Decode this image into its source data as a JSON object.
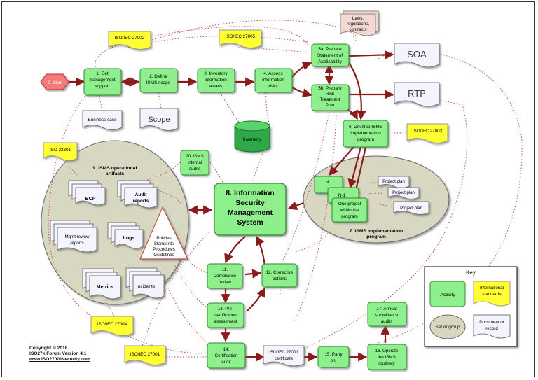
{
  "nodes": {
    "start": "0. Start",
    "get_support": [
      "1. Get",
      "management",
      "support"
    ],
    "define_scope": [
      "2. Define",
      "ISMS scope"
    ],
    "inventory_assets": [
      "3. Inventory",
      "information",
      "assets"
    ],
    "assess_risks": [
      "4. Assess",
      "information",
      "risks"
    ],
    "prepare_soa": [
      "5a. Prepare",
      "Statement of",
      "Applicability"
    ],
    "prepare_rtp": [
      "5b. Prepare",
      "Risk",
      "Treatment",
      "Plan"
    ],
    "develop_program": [
      "6. Develop ISMS",
      "implementation",
      "program"
    ],
    "isms_center": [
      "8. Information",
      "Security",
      "Management",
      "System"
    ],
    "internal_audits": [
      "10. ISMS",
      "internal",
      "audits"
    ],
    "compliance_review": [
      "11.",
      "Compliance",
      "review"
    ],
    "corrective_actions": [
      "12. Corrective",
      "actions"
    ],
    "precert_assessment": [
      "13. Pre-",
      "certification",
      "assessment"
    ],
    "cert_audit": [
      "14.",
      "Certification",
      "audit"
    ],
    "party_on": [
      "15. Party",
      "on!"
    ],
    "operate_routinely": [
      "16. Operate",
      "the ISMS",
      "routinely"
    ],
    "annual_audits": [
      "17. Annual",
      "surveillance",
      "audits"
    ]
  },
  "standards": {
    "iso27002": "ISO/IEC 27002",
    "iso27005": "ISO/IEC 27005",
    "iso27003": "ISO/IEC 27003",
    "iso22301": "ISO 22301",
    "iso27004": "ISO/IEC 27004",
    "iso27001": "ISO/IEC 27001"
  },
  "laws": [
    "Laws,",
    "regulations,",
    "contracts"
  ],
  "docs": {
    "soa": "SOA",
    "rtp": "RTP",
    "business_case": "Business case",
    "scope": "Scope",
    "inventory": "Inventory",
    "bcp": "BCP",
    "audit_reports": [
      "Audit",
      "reports"
    ],
    "mgmt_review": [
      "Mgmt review",
      "reports"
    ],
    "logs": "Logs",
    "metrics": "Metrics",
    "incidents": "Incidents",
    "policies": [
      "Policies",
      "Standards",
      "Procedures",
      "Guidelines"
    ],
    "certificate": [
      "ISO/IEC 27001",
      "certificate"
    ],
    "project_plan": "Project plan"
  },
  "groups": {
    "operational_artifacts": [
      "9. ISMS operational",
      "artifacts"
    ],
    "implementation_program": [
      "7. ISMS implementation",
      "program"
    ],
    "n": "N",
    "n_minus_1": "N-1",
    "one_project": [
      "One project",
      "within the",
      "program"
    ]
  },
  "key": {
    "title": "Key",
    "activity": "Activity",
    "standards": [
      "International",
      "standards"
    ],
    "set_group": "Set or group",
    "document": [
      "Document or",
      "record"
    ]
  },
  "copyright": {
    "line1": "Copyright © 2018",
    "line2": "ISO27k Forum  Version 4.1",
    "url": "www.ISO27001security.com"
  },
  "colors": {
    "activity_fill": "#8ef08c",
    "activity_stroke": "#2f8a2f",
    "standard_fill": "#ffff33",
    "group_fill": "#d9d9c5",
    "start_fill": "#f27a7a",
    "arrow_dark": "#8b1a1a",
    "arrow_dotted": "#c0504d"
  }
}
